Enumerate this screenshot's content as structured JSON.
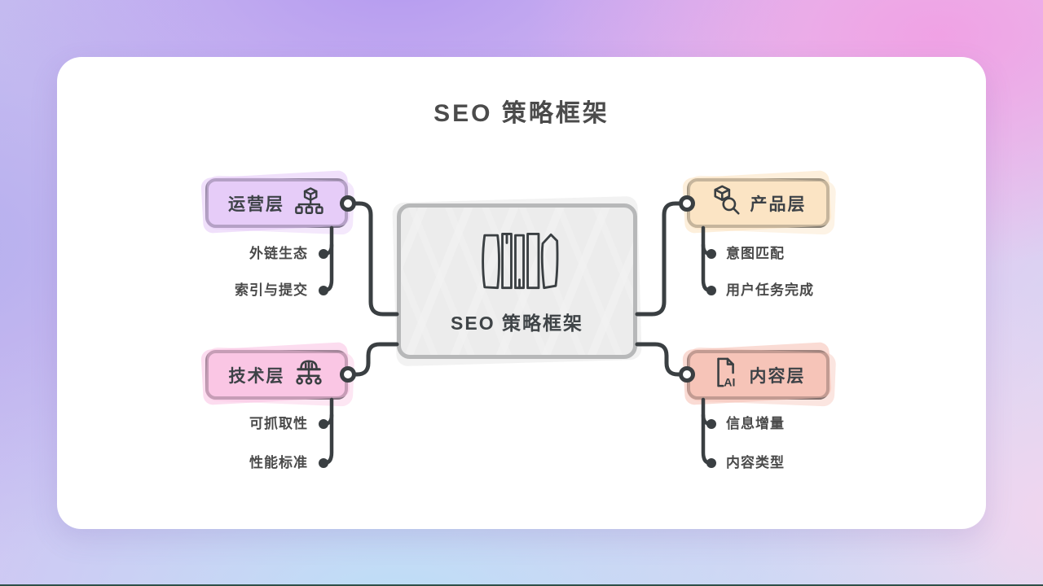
{
  "page": {
    "title": "SEO 策略框架"
  },
  "center_node": {
    "label": "SEO 策略框架",
    "icon": "bookshelf-icon",
    "fill": "#e9e9e9"
  },
  "branches": [
    {
      "label": "运营层",
      "icon": "cube-sitemap-icon",
      "fill": "#eedbfa",
      "position": "top-left",
      "children": [
        "外链生态",
        "索引与提交"
      ]
    },
    {
      "label": "技术层",
      "icon": "helmet-network-icon",
      "fill": "#fcd7eb",
      "position": "bottom-left",
      "children": [
        "可抓取性",
        "性能标准"
      ]
    },
    {
      "label": "产品层",
      "icon": "cube-search-icon",
      "fill": "#fdeed8",
      "position": "top-right",
      "children": [
        "意图匹配",
        "用户任务完成"
      ]
    },
    {
      "label": "内容层",
      "icon": "ai-document-icon",
      "fill": "#f9d4cd",
      "position": "bottom-right",
      "children": [
        "信息增量",
        "内容类型"
      ]
    }
  ],
  "icons": {
    "ai_doc_text": "AI"
  },
  "colors": {
    "ink": "#3a3f42",
    "text": "#4a4a4a",
    "card": "#ffffff",
    "edge_line": "#2e5048"
  }
}
